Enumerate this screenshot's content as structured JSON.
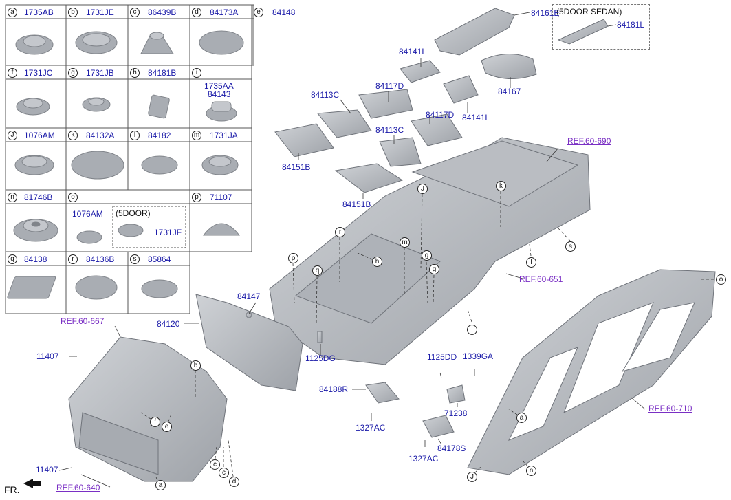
{
  "parts_table": {
    "rows": [
      [
        {
          "key": "a",
          "code": "1735AB"
        },
        {
          "key": "b",
          "code": "1731JE"
        },
        {
          "key": "c",
          "code": "86439B"
        },
        {
          "key": "d",
          "code": "84173A"
        },
        {
          "key": "e",
          "code": "84148"
        }
      ],
      [
        {
          "key": "f",
          "code": "1731JC"
        },
        {
          "key": "g",
          "code": "1731JB"
        },
        {
          "key": "h",
          "code": "84181B"
        },
        {
          "key": "i",
          "code": "1735AA",
          "code2": "84143"
        }
      ],
      [
        {
          "key": "J",
          "code": "1076AM"
        },
        {
          "key": "k",
          "code": "84132A"
        },
        {
          "key": "l",
          "code": "84182"
        },
        {
          "key": "m",
          "code": "1731JA"
        }
      ],
      [
        {
          "key": "n",
          "code": "81746B"
        },
        {
          "key": "o",
          "code": "1076AM",
          "variant_label": "(5DOOR)",
          "variant_code": "1731JF"
        },
        {
          "key": "p",
          "code": "71107"
        }
      ],
      [
        {
          "key": "q",
          "code": "84138"
        },
        {
          "key": "r",
          "code": "84136B"
        },
        {
          "key": "s",
          "code": "85864"
        }
      ]
    ]
  },
  "sedan_box_label": "(5DOOR SEDAN)",
  "labels": {
    "p84161E": "84161E",
    "p84181L": "84181L",
    "p84141L_top": "84141L",
    "p84167": "84167",
    "p84113C_a": "84113C",
    "p84117D_a": "84117D",
    "p84117D_b": "84117D",
    "p84141L_b": "84141L",
    "p84113C_b": "84113C",
    "p84151B_a": "84151B",
    "p84151B_b": "84151B",
    "p84147": "84147",
    "p84120": "84120",
    "p11407_a": "11407",
    "p11407_b": "11407",
    "p1125DG": "1125DG",
    "p1125DD": "1125DD",
    "p1339GA": "1339GA",
    "p84188R": "84188R",
    "p71238": "71238",
    "p1327AC_a": "1327AC",
    "p1327AC_b": "1327AC",
    "p84178S": "84178S"
  },
  "refs": {
    "r690": "REF.60-690",
    "r651": "REF.60-651",
    "r667": "REF.60-667",
    "r710": "REF.60-710",
    "r640": "REF.60-640"
  },
  "callouts": {
    "k": "k",
    "s": "s",
    "l": "l",
    "J1": "J",
    "r": "r",
    "m": "m",
    "h": "h",
    "g1": "g",
    "g2": "g",
    "p": "p",
    "q": "q",
    "i": "i",
    "b": "b",
    "f": "f",
    "e": "e",
    "c": "c",
    "d": "d",
    "a1": "a",
    "a2": "a",
    "J2": "J",
    "n": "n",
    "o": "o"
  },
  "fr_label": "FR.",
  "colors": {
    "part": "#b9bcc2",
    "part_dark": "#8f939a",
    "label": "#1a1aa8",
    "ref": "#7a2fc4"
  }
}
